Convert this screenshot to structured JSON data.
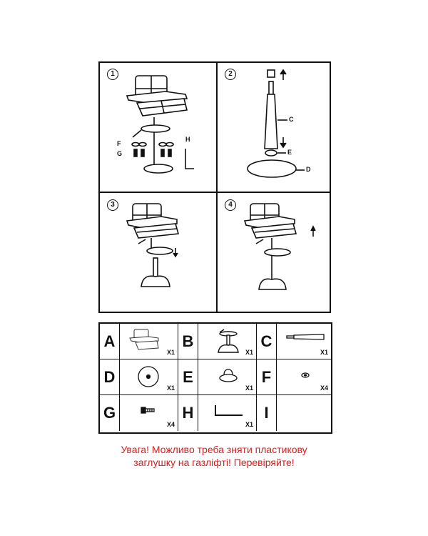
{
  "steps": [
    {
      "number": "1",
      "labels": {
        "F": "F",
        "G": "G",
        "H": "H"
      }
    },
    {
      "number": "2",
      "labels": {
        "C": "C",
        "E": "E",
        "D": "D"
      }
    },
    {
      "number": "3"
    },
    {
      "number": "4"
    }
  ],
  "parts": [
    {
      "letter": "A",
      "qty": "X1",
      "icon": "chair-seat-icon"
    },
    {
      "letter": "B",
      "qty": "X1",
      "icon": "base-column-icon"
    },
    {
      "letter": "C",
      "qty": "X1",
      "icon": "gas-lift-icon"
    },
    {
      "letter": "D",
      "qty": "X1",
      "icon": "base-disc-icon"
    },
    {
      "letter": "E",
      "qty": "X1",
      "icon": "cover-cap-icon"
    },
    {
      "letter": "F",
      "qty": "X4",
      "icon": "washer-icon"
    },
    {
      "letter": "G",
      "qty": "X4",
      "icon": "bolt-icon"
    },
    {
      "letter": "H",
      "qty": "X1",
      "icon": "allen-key-icon"
    },
    {
      "letter": "I",
      "qty": "",
      "icon": ""
    }
  ],
  "warning": {
    "line1": "Увага! Можливо треба зняти пластикову",
    "line2": "заглушку на газліфті! Перевіряйте!"
  }
}
